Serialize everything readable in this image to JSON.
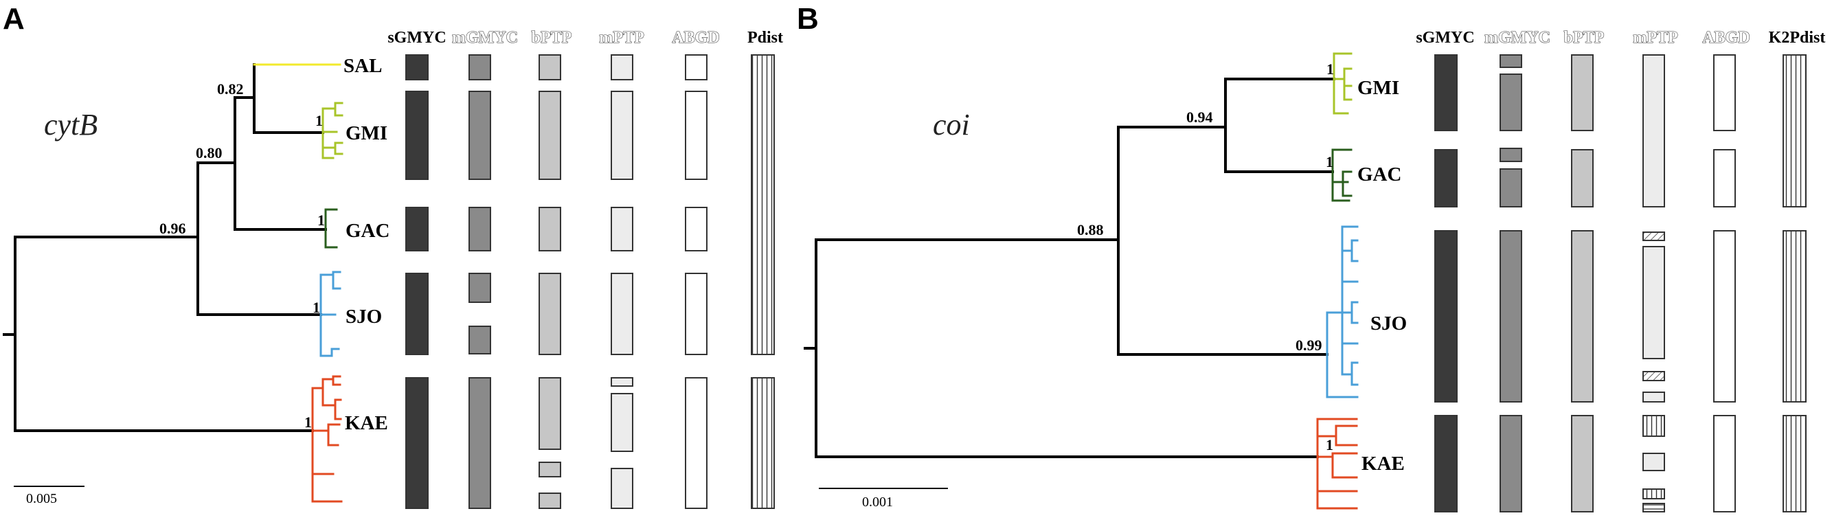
{
  "panels": [
    {
      "letter": "A",
      "gene": "cytB",
      "columns": [
        "sGMYC",
        "mGMYC",
        "bPTP",
        "mPTP",
        "ABGD",
        "Pdist"
      ],
      "supports": [
        {
          "node": "root",
          "value": "0.96"
        },
        {
          "node": "n080",
          "value": "0.80"
        },
        {
          "node": "n082",
          "value": "0.82"
        },
        {
          "node": "gmi",
          "value": "1"
        },
        {
          "node": "gac",
          "value": "1"
        },
        {
          "node": "sjo",
          "value": "1"
        },
        {
          "node": "kae",
          "value": "1"
        }
      ],
      "clades": [
        {
          "id": "sal",
          "label": "SAL",
          "color": "#f2ea2c"
        },
        {
          "id": "gmi",
          "label": "GMI",
          "color": "#a8c42a"
        },
        {
          "id": "gac",
          "label": "GAC",
          "color": "#2a5e1e"
        },
        {
          "id": "sjo",
          "label": "SJO",
          "color": "#4a9fd8"
        },
        {
          "id": "kae",
          "label": "KAE",
          "color": "#e24a22"
        }
      ],
      "scale_bar": "0.005"
    },
    {
      "letter": "B",
      "gene": "coi",
      "columns": [
        "sGMYC",
        "mGMYC",
        "bPTP",
        "mPTP",
        "ABGD",
        "K2Pdist"
      ],
      "supports": [
        {
          "node": "n088",
          "value": "0.88"
        },
        {
          "node": "n094",
          "value": "0.94"
        },
        {
          "node": "gmi",
          "value": "1"
        },
        {
          "node": "gac",
          "value": "1"
        },
        {
          "node": "sjo",
          "value": "0.99"
        },
        {
          "node": "kae",
          "value": "1"
        }
      ],
      "clades": [
        {
          "id": "gmi",
          "label": "GMI",
          "color": "#a8c42a"
        },
        {
          "id": "gac",
          "label": "GAC",
          "color": "#2a5e1e"
        },
        {
          "id": "sjo",
          "label": "SJO",
          "color": "#4a9fd8"
        },
        {
          "id": "kae",
          "label": "KAE",
          "color": "#e24a22"
        }
      ],
      "scale_bar": "0.001"
    }
  ],
  "column_fills": {
    "sGMYC": "#3a3a3a",
    "mGMYC": "#8a8a8a",
    "bPTP": "#c6c6c6",
    "mPTP": "#ececec",
    "ABGD": "#ffffff"
  },
  "tree_color": "#000000"
}
